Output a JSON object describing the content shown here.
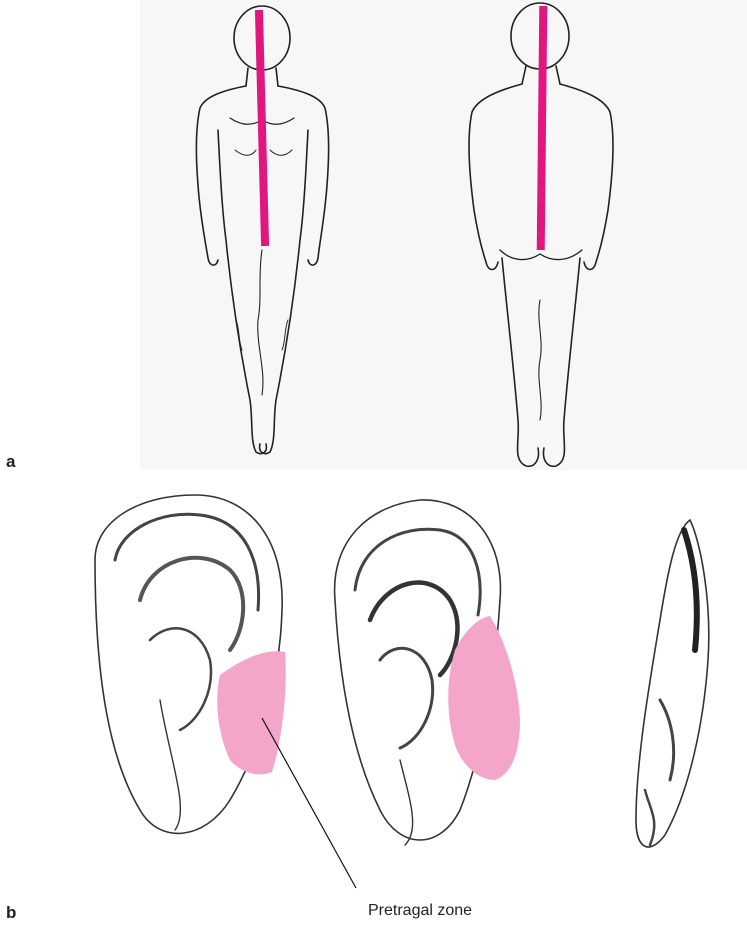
{
  "panels": {
    "a": {
      "label": "a"
    },
    "b": {
      "label": "b"
    }
  },
  "callout": {
    "text": "Pretragal zone"
  },
  "colors": {
    "midline": "#e0177f",
    "pretragal_zone": "#f3a6c9",
    "line_art": "#222222"
  }
}
